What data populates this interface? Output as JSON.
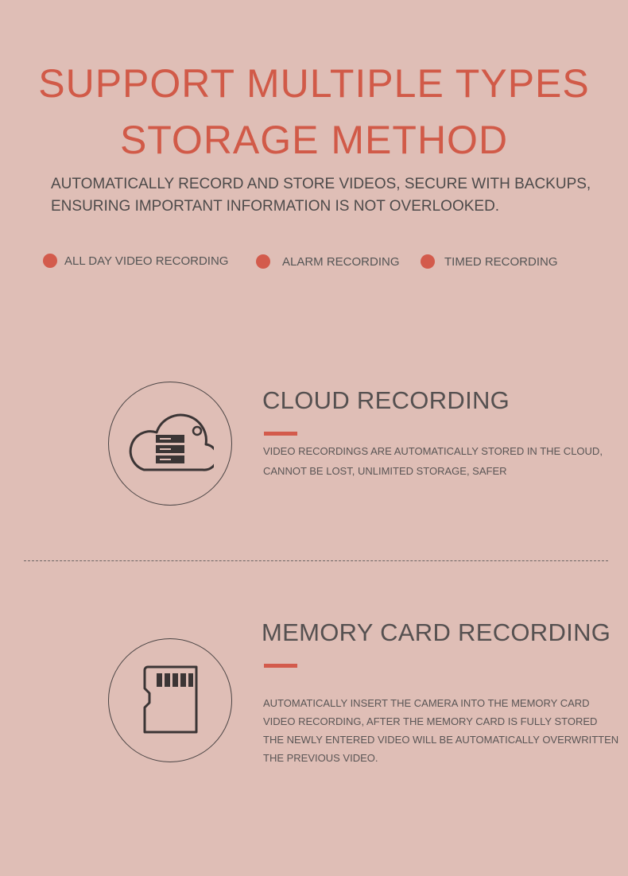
{
  "header": {
    "title_line1": "SUPPORT MULTIPLE TYPES",
    "title_line2": "STORAGE METHOD",
    "subtitle_line1": "AUTOMATICALLY RECORD AND STORE VIDEOS, SECURE WITH BACKUPS,",
    "subtitle_line2": "ENSURING IMPORTANT INFORMATION IS NOT OVERLOOKED."
  },
  "tags": [
    {
      "label": "ALL DAY VIDEO RECORDING"
    },
    {
      "label": "ALARM RECORDING"
    },
    {
      "label": "TIMED RECORDING"
    }
  ],
  "sections": [
    {
      "icon": "cloud-server-icon",
      "title": "CLOUD RECORDING",
      "lines": [
        "VIDEO RECORDINGS ARE AUTOMATICALLY STORED IN THE CLOUD,",
        "CANNOT BE LOST, UNLIMITED STORAGE, SAFER"
      ]
    },
    {
      "icon": "memory-card-icon",
      "title": "MEMORY CARD RECORDING",
      "lines": [
        "AUTOMATICALLY INSERT THE CAMERA INTO THE MEMORY CARD",
        "VIDEO RECORDING, AFTER THE MEMORY CARD IS FULLY STORED",
        "THE NEWLY ENTERED VIDEO WILL BE AUTOMATICALLY OVERWRITTEN",
        "THE PREVIOUS VIDEO."
      ]
    }
  ],
  "colors": {
    "background": "#dfbeb6",
    "accent": "#d35b4c",
    "title": "#d15a48",
    "text": "#555050"
  }
}
